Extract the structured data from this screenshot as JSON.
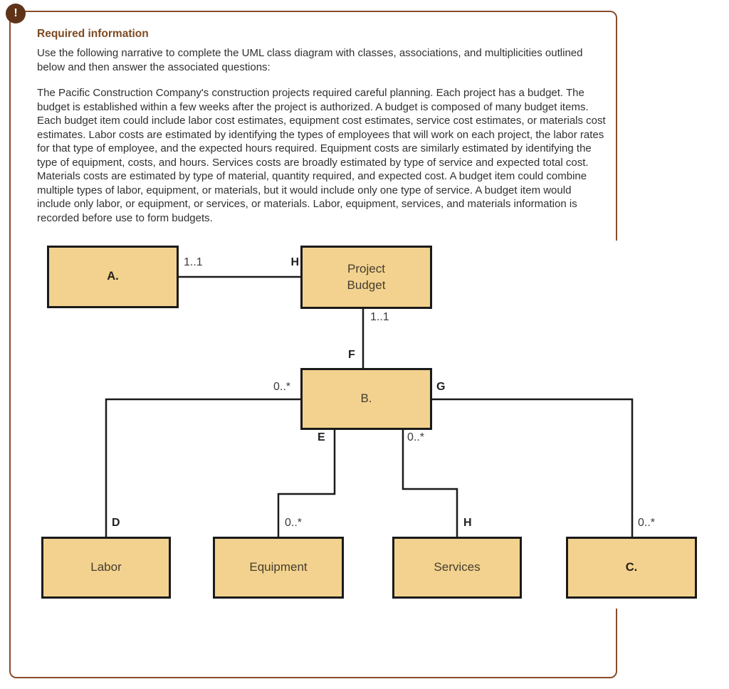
{
  "panel": {
    "alert_glyph": "!",
    "heading": "Required information"
  },
  "narrative": {
    "intro": "Use the following narrative to complete the UML class diagram with classes, associations, and multiplicities outlined below and then answer the associated questions:",
    "body": "The Pacific Construction Company's construction projects required careful planning. Each project has a budget. The budget is established within a few weeks after the project is authorized. A budget is composed of many budget items. Each budget item could include labor cost estimates, equipment cost estimates, service cost estimates, or materials cost estimates. Labor costs are estimated by identifying the types of employees that will work on each project, the labor rates for that type of employee, and the expected hours required. Equipment costs are similarly estimated by identifying the type of equipment, costs, and hours. Services costs are broadly estimated by type of service and expected total cost. Materials costs are estimated by type of material, quantity required, and expected cost. A budget item could combine multiple types of labor, equipment, or materials, but it would include only one type of service. A budget item would include only labor, or equipment, or services, or materials. Labor, equipment, services, and materials information is recorded before use to form budgets."
  },
  "diagram": {
    "classes": {
      "a": "A.",
      "project_budget": "Project\nBudget",
      "b": "B.",
      "labor": "Labor",
      "equipment": "Equipment",
      "services": "Services",
      "c": "C."
    },
    "labels": {
      "a_pb_multiplicity": "1..1",
      "a_pb_letter": "H",
      "pb_b_multiplicity": "1..1",
      "pb_b_letter": "F",
      "b_left_multiplicity": "0..*",
      "b_right_letter": "G",
      "b_equipment_letter": "E",
      "b_services_multiplicity": "0..*",
      "labor_letter": "D",
      "equipment_multiplicity": "0..*",
      "services_letter": "H",
      "c_multiplicity": "0..*"
    },
    "colors": {
      "panel_border": "#8A4C2B",
      "heading_text": "#7C4A21",
      "icon_background": "#5F3317",
      "class_fill": "#F2D28E",
      "class_border": "#1A1A1A",
      "association_line": "#1A1A1A",
      "body_text": "#303030"
    }
  }
}
